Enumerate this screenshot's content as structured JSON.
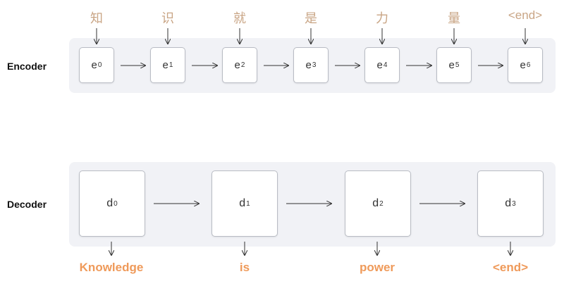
{
  "encoder": {
    "label": "Encoder",
    "tokens": [
      "知",
      "识",
      "就",
      "是",
      "力",
      "量",
      "<end>"
    ],
    "nodes": [
      {
        "base": "e",
        "sub": "0"
      },
      {
        "base": "e",
        "sub": "1"
      },
      {
        "base": "e",
        "sub": "2"
      },
      {
        "base": "e",
        "sub": "3"
      },
      {
        "base": "e",
        "sub": "4"
      },
      {
        "base": "e",
        "sub": "5"
      },
      {
        "base": "e",
        "sub": "6"
      }
    ]
  },
  "decoder": {
    "label": "Decoder",
    "nodes": [
      {
        "base": "d",
        "sub": "0"
      },
      {
        "base": "d",
        "sub": "1"
      },
      {
        "base": "d",
        "sub": "2"
      },
      {
        "base": "d",
        "sub": "3"
      }
    ],
    "outputs": [
      "Knowledge",
      "is",
      "power",
      "<end>"
    ]
  },
  "colors": {
    "input_token": "#c9a585",
    "output_token": "#ef9a5a",
    "panel": "#f1f2f6"
  }
}
